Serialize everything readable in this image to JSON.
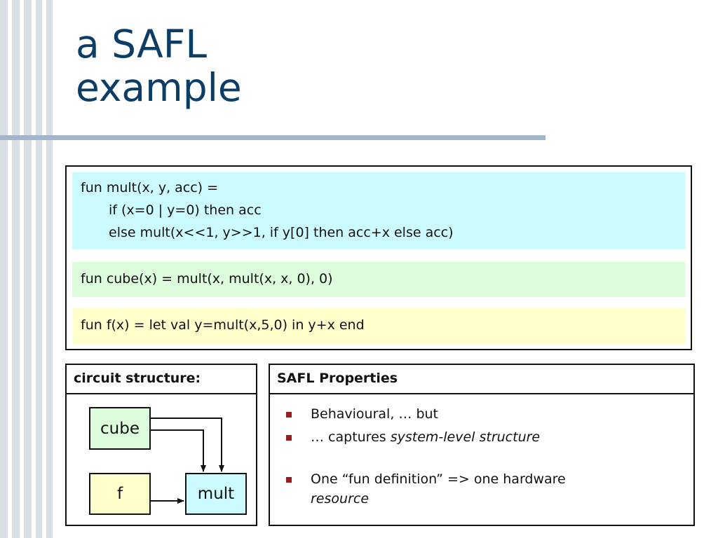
{
  "slide": {
    "title_line1": "a SAFL",
    "title_line2": "example"
  },
  "code": {
    "mult_line1": "fun mult(x, y, acc) =",
    "mult_line2": "if (x=0 | y=0) then acc",
    "mult_line3": "else mult(x<<1, y>>1, if y[0] then acc+x else acc)",
    "cube_line": "fun cube(x) = mult(x, mult(x, x, 0), 0)",
    "f_line": "fun f(x) = let val y=mult(x,5,0) in y+x end"
  },
  "circuit": {
    "header": "circuit structure:",
    "nodes": {
      "cube": "cube",
      "f": "f",
      "mult": "mult"
    }
  },
  "properties": {
    "header": "SAFL Properties",
    "b1": "Behavioural, … but",
    "b2_prefix": "… captures ",
    "b2_em": "system-level structure",
    "b3_text": "One “fun definition” => one hardware",
    "b3_em": "resource"
  },
  "colors": {
    "title": "#0c3d67",
    "rule": "#9fb6cf",
    "cyan_block": "#ccfbff",
    "green_block": "#dcfcdc",
    "yellow_block": "#ffffcc",
    "bullet": "#9b1c1c"
  }
}
